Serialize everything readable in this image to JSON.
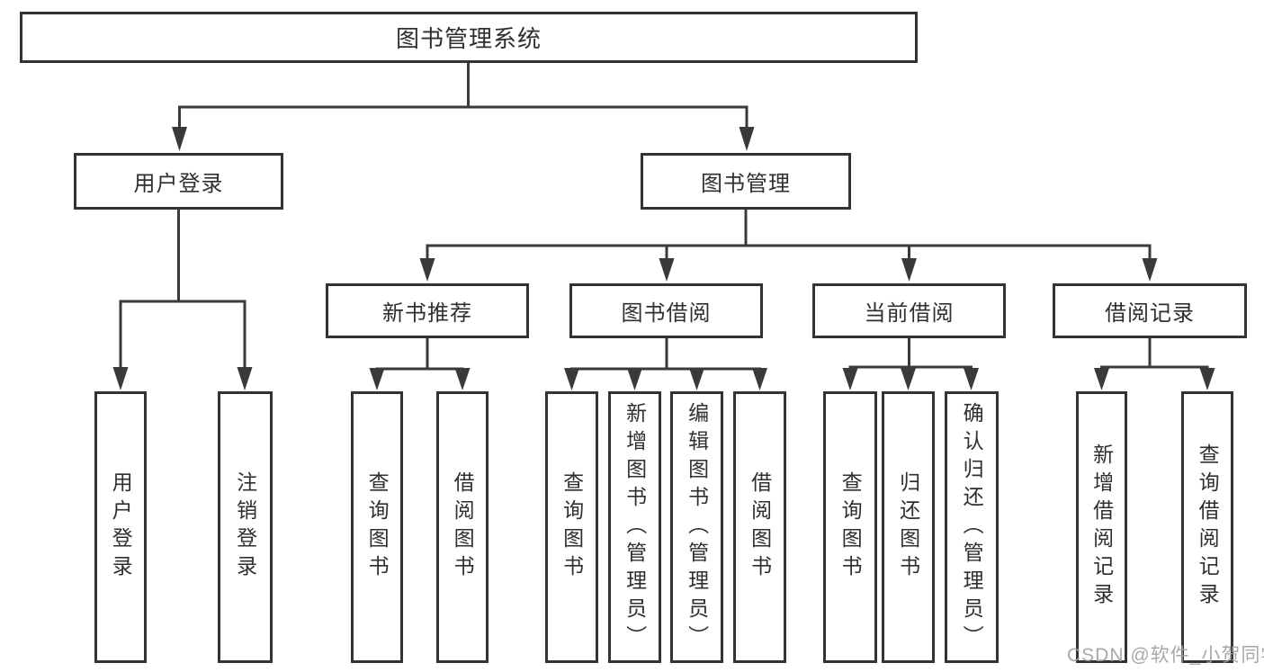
{
  "tree": {
    "label": "图书管理系统",
    "children": [
      {
        "label": "用户登录",
        "children": [
          {
            "label": "用户登录"
          },
          {
            "label": "注销登录"
          }
        ]
      },
      {
        "label": "图书管理",
        "children": [
          {
            "label": "新书推荐",
            "children": [
              {
                "label": "查询图书"
              },
              {
                "label": "借阅图书"
              }
            ]
          },
          {
            "label": "图书借阅",
            "children": [
              {
                "label": "查询图书"
              },
              {
                "label": "新增图书（管理员）"
              },
              {
                "label": "编辑图书（管理员）"
              },
              {
                "label": "借阅图书"
              }
            ]
          },
          {
            "label": "当前借阅",
            "children": [
              {
                "label": "查询图书"
              },
              {
                "label": "归还图书"
              },
              {
                "label": "确认归还（管理员）"
              }
            ]
          },
          {
            "label": "借阅记录",
            "children": [
              {
                "label": "新增借阅记录"
              },
              {
                "label": "查询借阅记录"
              }
            ]
          }
        ]
      }
    ]
  },
  "watermark": "CSDN @软件_小贺同学",
  "colors": {
    "line": "#3a3a3a",
    "box_border": "#333333",
    "text": "#2f2f2f",
    "watermark": "#9e9e9e",
    "background": "#ffffff"
  }
}
